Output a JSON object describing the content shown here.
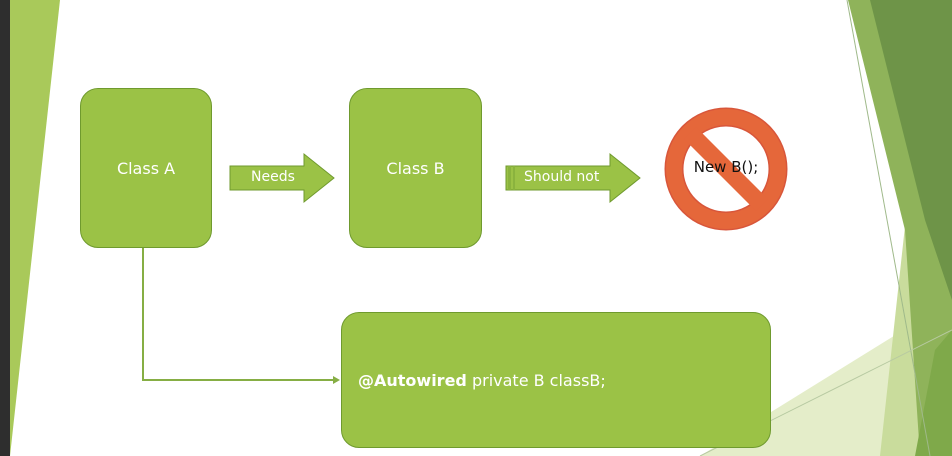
{
  "colors": {
    "box_fill": "#9BC246",
    "box_border": "#6F9A2E",
    "prohibit_red": "#E5673A",
    "connector": "#86AE44"
  },
  "boxes": {
    "class_a": "Class A",
    "class_b": "Class B"
  },
  "arrows": {
    "needs": "Needs",
    "should_not": "Should not"
  },
  "prohibited": {
    "icon": "prohibition-icon",
    "label": "New B();"
  },
  "code": {
    "annotation": "@Autowired",
    "rest": " private B classB;"
  }
}
